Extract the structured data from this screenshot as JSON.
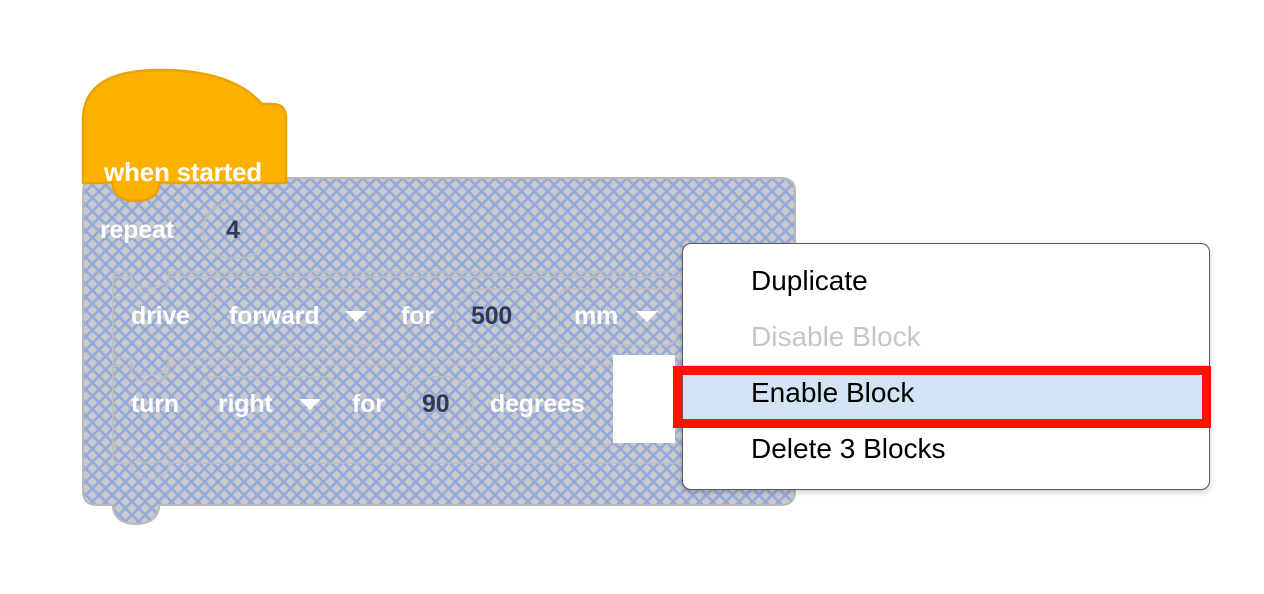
{
  "app": {
    "kind": "block-coding-workspace",
    "background_color": "#ffffff"
  },
  "colors": {
    "event_block": "#fcb000",
    "event_block_stroke": "#e9a300",
    "disabled_block_fill": "#c9c9c9",
    "disabled_block_hatch": "#93a9de",
    "disabled_block_stroke": "#b3b3b3",
    "block_text": "#ffffff",
    "number_text": "#2f3b50",
    "menu_background": "#ffffff",
    "menu_border": "#5b5b5b",
    "menu_text": "#000000",
    "menu_text_disabled": "#c6c6c6",
    "menu_selected_background": "#d2e3f3",
    "annotation_red": "#fa1400"
  },
  "workspace": {
    "stack": {
      "hat_block": {
        "label": "when started",
        "state": "enabled"
      },
      "control_block": {
        "label": "repeat",
        "value": "4",
        "state": "disabled"
      },
      "statements": [
        {
          "name": "drive-block",
          "state": "disabled",
          "parts": [
            {
              "type": "label",
              "text": "drive"
            },
            {
              "type": "dropdown",
              "text": "forward",
              "icon": "chevron-down-icon"
            },
            {
              "type": "label",
              "text": "for"
            },
            {
              "type": "number",
              "text": "500"
            },
            {
              "type": "dropdown",
              "text": "mm",
              "icon": "chevron-down-icon"
            }
          ]
        },
        {
          "name": "turn-block",
          "state": "disabled",
          "parts": [
            {
              "type": "label",
              "text": "turn"
            },
            {
              "type": "dropdown",
              "text": "right",
              "icon": "chevron-down-icon"
            },
            {
              "type": "label",
              "text": "for"
            },
            {
              "type": "number",
              "text": "90"
            },
            {
              "type": "label",
              "text": "degrees"
            }
          ]
        }
      ]
    }
  },
  "context_menu": {
    "items": [
      {
        "label": "Duplicate",
        "state": "enabled",
        "selected": false
      },
      {
        "label": "Disable Block",
        "state": "disabled",
        "selected": false
      },
      {
        "label": "Enable Block",
        "state": "enabled",
        "selected": true
      },
      {
        "label": "Delete 3 Blocks",
        "state": "enabled",
        "selected": false
      }
    ]
  },
  "annotation": {
    "type": "highlight-rectangle",
    "target": "Enable Block",
    "color": "#fa1400"
  }
}
